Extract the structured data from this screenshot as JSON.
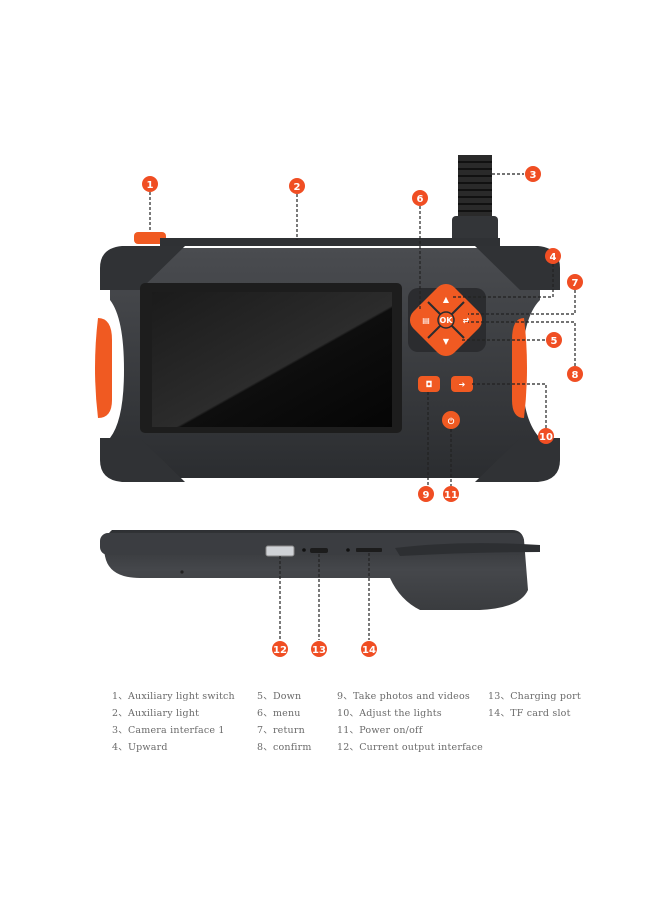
{
  "callouts": [
    "1",
    "2",
    "3",
    "4",
    "5",
    "6",
    "7",
    "8",
    "9",
    "10",
    "11",
    "12",
    "13",
    "14"
  ],
  "buttons": {
    "ok_label": "OK"
  },
  "legend": {
    "col1": [
      "1、Auxiliary light switch",
      "2、Auxiliary light",
      "3、Camera interface 1",
      "4、Upward"
    ],
    "col2": [
      "5、Down",
      "6、menu",
      "7、return",
      "8、confirm"
    ],
    "col3": [
      "9、Take photos and videos",
      "10、Adjust the lights",
      "11、Power on/off",
      "12、Current output interface"
    ],
    "col4": [
      "13、Charging port",
      "14、TF card slot"
    ]
  },
  "colors": {
    "accent": "#f04e23",
    "body": "#3a3c40",
    "leader": "#222222"
  },
  "icons": [
    "up-arrow-icon",
    "down-arrow-icon",
    "ok-icon",
    "menu-icon",
    "return-icon",
    "camera-icon",
    "light-icon",
    "power-icon"
  ]
}
